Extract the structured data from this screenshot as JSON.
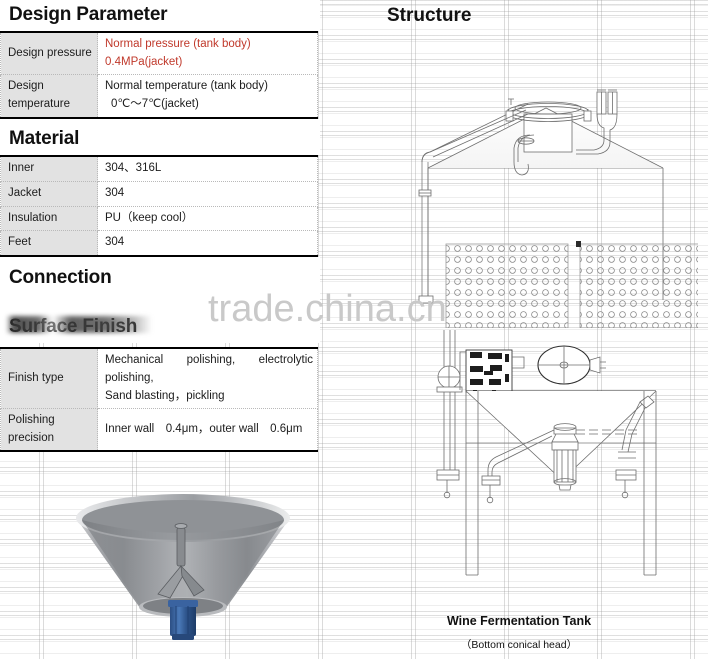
{
  "watermark": {
    "text": "trade.china.cn"
  },
  "left": {
    "sections": [
      {
        "id": "design-parameter",
        "heading": "Design Parameter",
        "rows": [
          {
            "key": "Design pressure",
            "value_lines": [
              "Normal pressure (tank body)",
              "0.4MPa(jacket)"
            ],
            "red": true
          },
          {
            "key": "Design temperature",
            "value_lines": [
              "Normal temperature (tank body)",
              "0℃～7℃(jacket)"
            ],
            "red": false
          }
        ]
      },
      {
        "id": "material",
        "heading": "Material",
        "rows": [
          {
            "key": "Inner",
            "value_lines": [
              "304、316L"
            ],
            "red": false
          },
          {
            "key": "Jacket",
            "value_lines": [
              "304"
            ],
            "red": false
          },
          {
            "key": "Insulation",
            "value_lines": [
              "PU（keep cool）"
            ],
            "red": false
          },
          {
            "key": "Feet",
            "value_lines": [
              "304"
            ],
            "red": false
          }
        ]
      },
      {
        "id": "connection",
        "heading": "Connection",
        "rows": []
      },
      {
        "id": "surface-finish",
        "heading": "Surface Finish",
        "rows": [
          {
            "key": "Finish type",
            "value_lines": [
              "Mechanical    polishing,    electrolytic polishing,",
              "Sand blasting，pickling"
            ],
            "red": false
          },
          {
            "key": "Polishing precision",
            "value_lines": [
              "Inner wall　0.4μm，outer wall　0.6μm"
            ],
            "red": false
          }
        ]
      }
    ]
  },
  "right": {
    "heading": "Structure",
    "caption_main": "Wine Fermentation Tank",
    "caption_sub": "（Bottom conical head）",
    "drawings": [
      {
        "name": "tank-upper-section-drawing",
        "description": "CAD elevation of tank top with manhole, CIP arm and dimple jacket panels"
      },
      {
        "name": "tank-lower-section-drawing",
        "description": "CAD elevation of conical bottom with valves, control box, sight glass and support legs"
      }
    ]
  },
  "bottom_left_image": {
    "name": "conical-bottom-3d-render",
    "description": "3D render of stainless steel conical tank bottom with blue butterfly valve"
  },
  "colors": {
    "accent_red": "#c0392b",
    "label_cell_bg": "#e2e2e2",
    "rule": "#000000",
    "watermark": "#c9c9c9",
    "grid": "#969696"
  }
}
